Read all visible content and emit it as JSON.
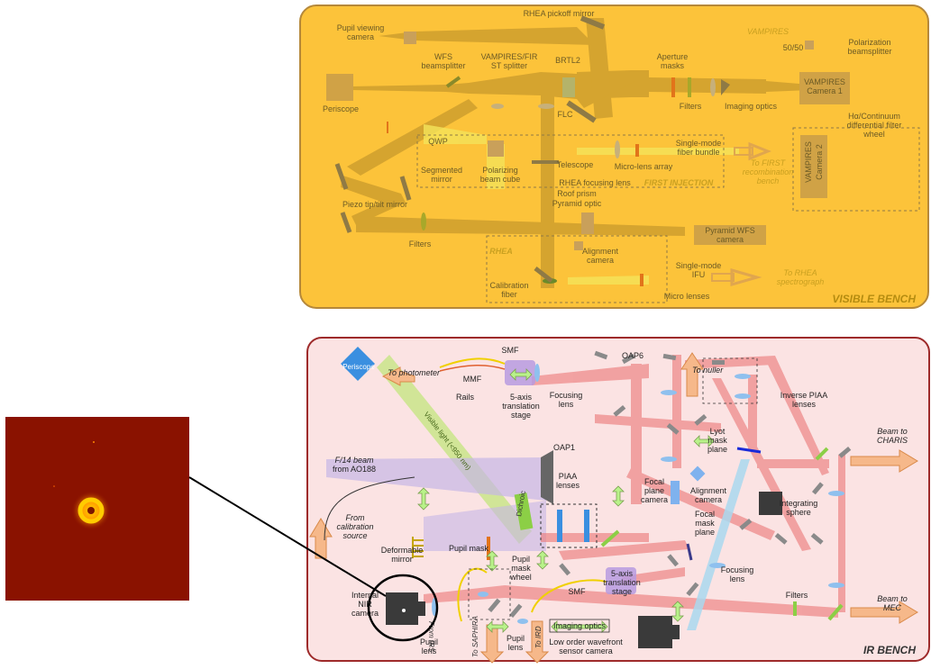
{
  "visible_bench": {
    "title": "VISIBLE BENCH",
    "labels": {
      "pickoff": "RHEA pickoff mirror",
      "pupil_cam_1": "Pupil viewing",
      "pupil_cam_2": "camera",
      "vampires": "VAMPIRES",
      "wfs_bs_1": "WFS",
      "wfs_bs_2": "beamsplitter",
      "vamp_fir_1": "VAMPIRES/FIR",
      "vamp_fir_2": "ST splitter",
      "brtl2": "BRTL2",
      "aperture_1": "Aperture",
      "aperture_2": "masks",
      "fifty": "50/50",
      "polbs_1": "Polarization",
      "polbs_2": "beamsplitter",
      "periscope": "Periscope",
      "flc": "FLC",
      "filters": "Filters",
      "imaging_optics": "Imaging optics",
      "cam1_1": "VAMPIRES",
      "cam1_2": "Camera 1",
      "halpha_1": "Hα/Continuum",
      "halpha_2": "differential filter",
      "halpha_3": "wheel",
      "cam2_1": "VAMPIRES",
      "cam2_2": "Camera 2",
      "qwp": "QWP",
      "seg_1": "Segmented",
      "seg_2": "mirror",
      "pbc_1": "Polarizing",
      "pbc_2": "beam cube",
      "telescope": "Telescope",
      "smfb_1": "Single-mode",
      "smfb_2": "fiber bundle",
      "mla": "Micro-lens array",
      "to_first_1": "To FIRST",
      "to_first_2": "recombination",
      "to_first_3": "bench",
      "rhea_focus": "RHEA focusing lens",
      "first_inj": "FIRST INJECTION",
      "roof": "Roof prism",
      "pyr_optic": "Pyramid optic",
      "piezo": "Piezo tip/tilt mirror",
      "filters2": "Filters",
      "pyr_cam_1": "Pyramid WFS",
      "pyr_cam_2": "camera",
      "rhea": "RHEA",
      "align_1": "Alignment",
      "align_2": "camera",
      "ifu_1": "Single-mode",
      "ifu_2": "IFU",
      "to_rhea_1": "To RHEA",
      "to_rhea_2": "spectrograph",
      "calib_1": "Calibration",
      "calib_2": "fiber",
      "micro_lenses": "Micro lenses"
    }
  },
  "ir_bench": {
    "title": "IR BENCH",
    "labels": {
      "periscope": "Periscope",
      "smf_top": "SMF",
      "to_photometer": "To photometer",
      "mmf": "MMF",
      "rails": "Rails",
      "stage5_1": "5-axis",
      "stage5_2": "translation",
      "stage5_3": "stage",
      "focus_1": "Focusing",
      "focus_2": "lens",
      "oap6": "OAP6",
      "to_nuller": "To nuller",
      "piaa_inv_1": "Inverse PIAA",
      "piaa_inv_2": "lenses",
      "visible_light": "Visible light (<950 nm)",
      "lyot_1": "Lyot",
      "lyot_2": "mask",
      "lyot_3": "plane",
      "charis_1": "Beam to",
      "charis_2": "CHARIS",
      "f14_1": "F/14 beam",
      "f14_2": "from AO188",
      "oap1": "OAP1",
      "piaa_1": "PIAA",
      "piaa_2": "lenses",
      "fpc_1": "Focal",
      "fpc_2": "plane",
      "fpc_3": "camera",
      "align_1": "Alignment",
      "align_2": "camera",
      "int_1": "Integrating",
      "int_2": "sphere",
      "fmp_1": "Focal",
      "fmp_2": "mask",
      "fmp_3": "plane",
      "calib_1": "From",
      "calib_2": "calibration",
      "calib_3": "source",
      "dm_1": "Deformable",
      "dm_2": "mirror",
      "pupil_mask": "Pupil mask",
      "dichroic": "Dichroic",
      "pmw_1": "Pupil",
      "pmw_2": "mask",
      "pmw_3": "wheel",
      "stage5b_1": "5-axis",
      "stage5b_2": "translation",
      "stage5b_3": "stage",
      "smf_bot": "SMF",
      "focus2_1": "Focusing",
      "focus2_2": "lens",
      "filters": "Filters",
      "mec_1": "Beam to",
      "mec_2": "MEC",
      "nir_1": "Internal",
      "nir_2": "NIR",
      "nir_3": "camera",
      "pupil_lens_1": "Pupil",
      "pupil_lens_2": "lens",
      "to_saphira": "To SAPHIRA",
      "from_irs": "From IRS",
      "pupil_lens2_1": "Pupil",
      "pupil_lens2_2": "lens",
      "to_ird": "To IRD",
      "imaging_optics": "Imaging optics",
      "lowfs_1": "Low order wavefront",
      "lowfs_2": "sensor camera"
    }
  },
  "colors": {
    "visible_bg": "#fcc33a",
    "visible_border": "#b5883a",
    "ir_bg": "#fbe3e3",
    "ir_border": "#9e2b2b",
    "ir_beam": "#ec7f7f",
    "psf_bg": "#8a1200"
  }
}
